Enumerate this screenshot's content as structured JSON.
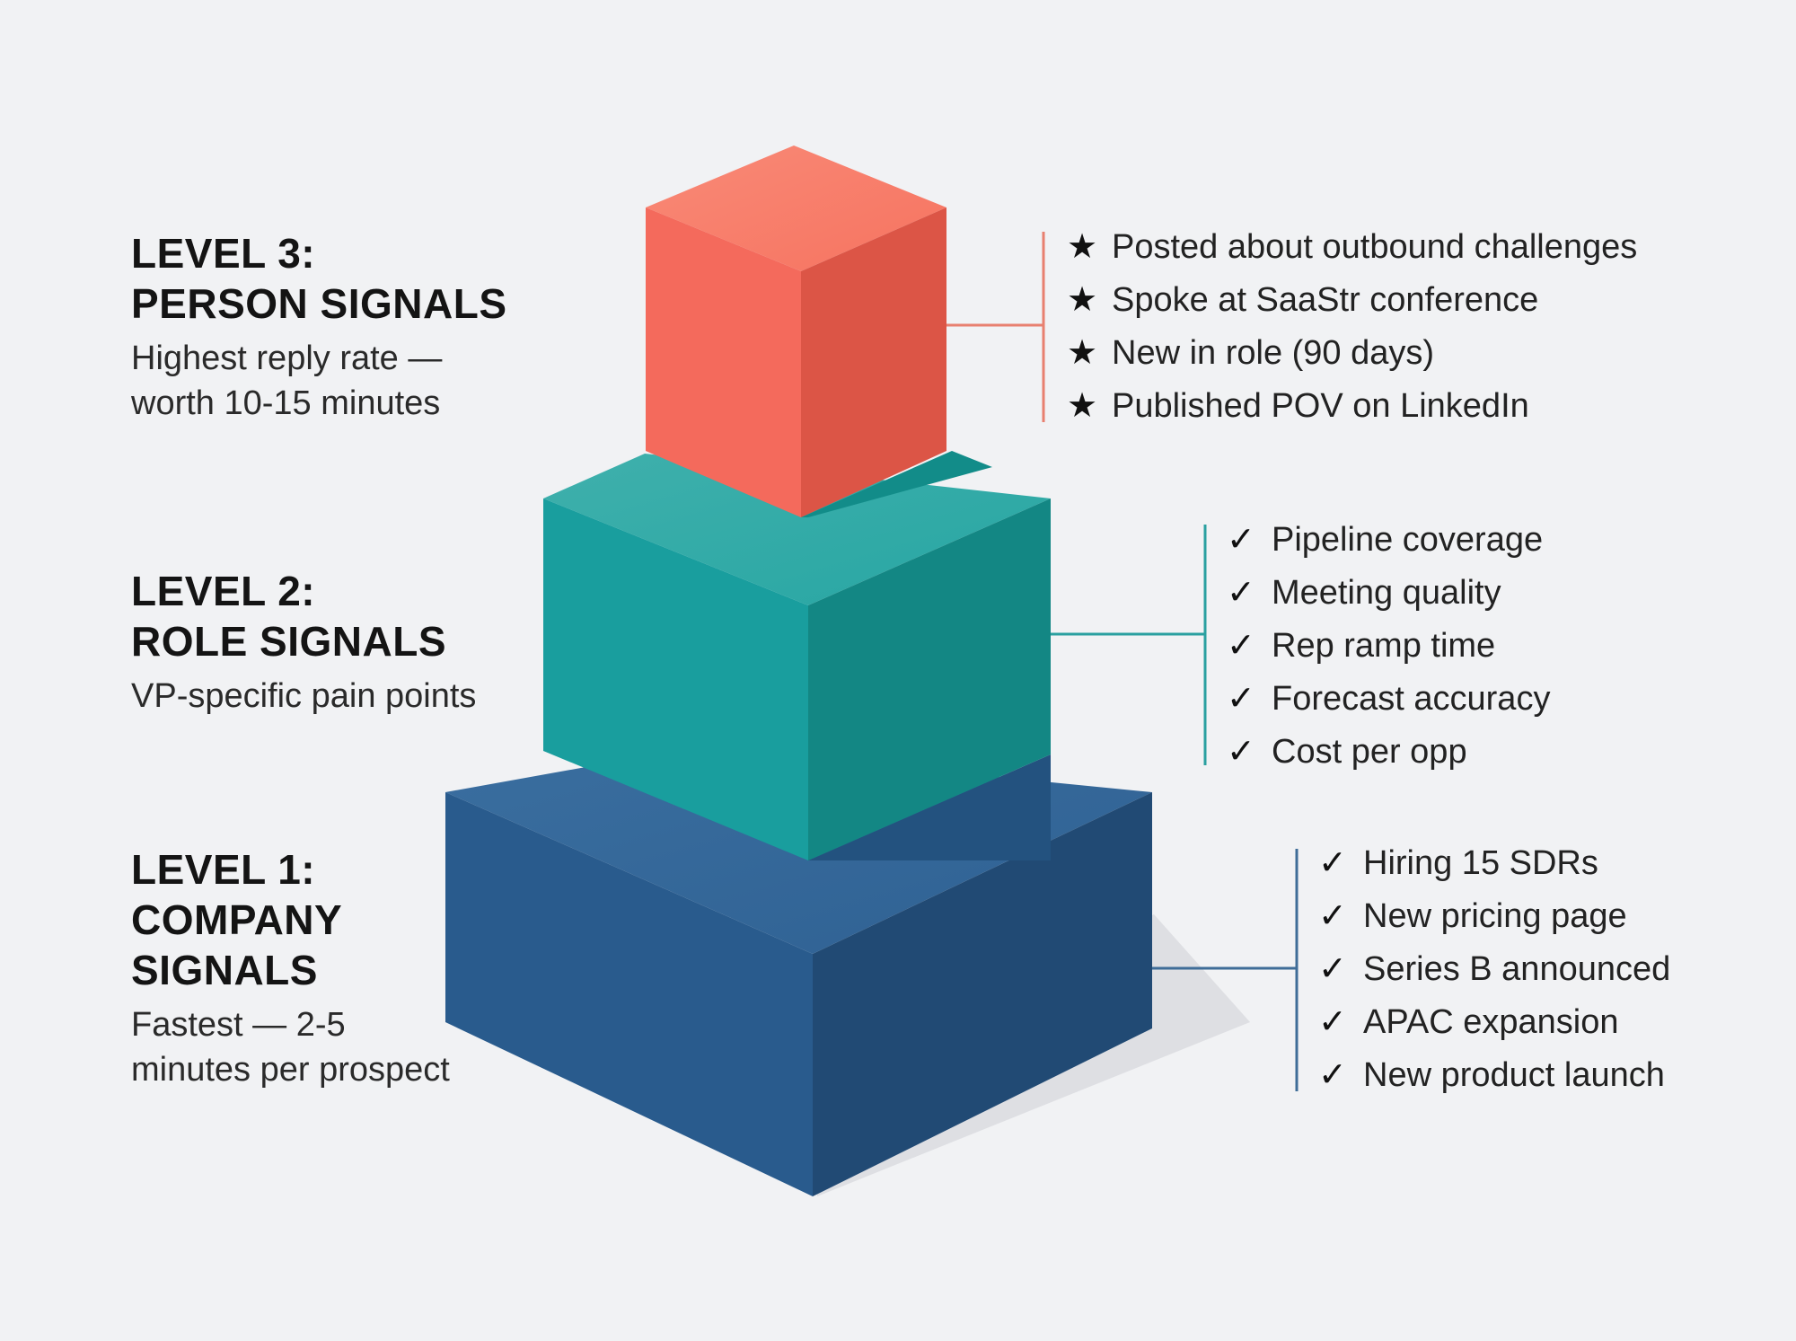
{
  "colors": {
    "background": "#f1f2f4",
    "person": "#f46a5c",
    "role": "#199e9e",
    "company": "#2c5d8f"
  },
  "levels": {
    "person": {
      "title": "LEVEL 3:\nPERSON SIGNALS",
      "description": "Highest reply rate —\nworth 10-15 minutes",
      "marker": "★",
      "marker_icon": "star-icon",
      "items": [
        "Posted about outbound challenges",
        "Spoke at SaaStr conference",
        "New in role (90 days)",
        "Published POV on LinkedIn"
      ]
    },
    "role": {
      "title": "LEVEL 2:\nROLE SIGNALS",
      "description": "VP-specific pain points",
      "marker": "✓",
      "marker_icon": "checkmark-icon",
      "items": [
        "Pipeline coverage",
        "Meeting quality",
        "Rep ramp time",
        "Forecast accuracy",
        "Cost per opp"
      ]
    },
    "company": {
      "title": "LEVEL 1:\nCOMPANY\nSIGNALS",
      "description": "Fastest — 2-5\nminutes per prospect",
      "marker": "✓",
      "marker_icon": "checkmark-icon",
      "items": [
        "Hiring 15 SDRs",
        "New pricing page",
        "Series B announced",
        "APAC expansion",
        "New product launch"
      ]
    }
  }
}
